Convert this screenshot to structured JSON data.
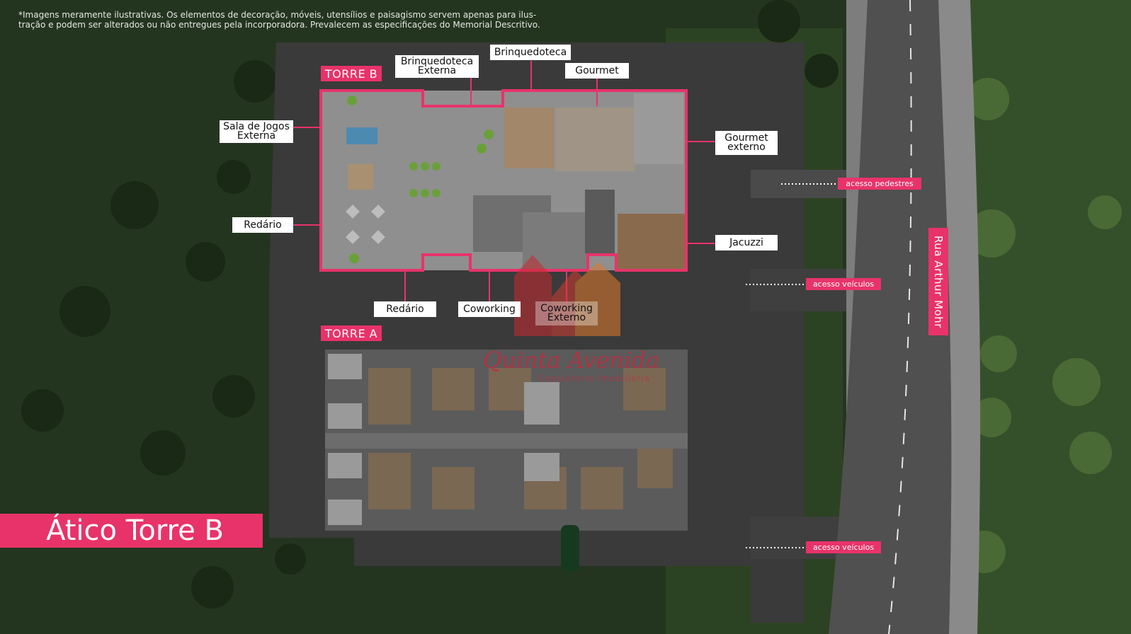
{
  "disclaimer": {
    "line1": "*Imagens meramente ilustrativas. Os elementos de decoração, móveis, utensílios e paisagismo servem apenas para ilus-",
    "line2": "tração e podem ser alterados ou não entregues pela incorporadora. Prevalecem as especificações do Memorial Descritivo."
  },
  "towers": {
    "torre_b": "TORRE B",
    "torre_a": "TORRE A"
  },
  "labels": {
    "brinquedoteca_externa_1": "Brinquedoteca",
    "brinquedoteca_externa_2": "Externa",
    "brinquedoteca": "Brinquedoteca",
    "gourmet": "Gourmet",
    "sala_jogos_1": "Sala de Jogos",
    "sala_jogos_2": "Externa",
    "gourmet_externo_1": "Gourmet",
    "gourmet_externo_2": "externo",
    "redario_left": "Redário",
    "jacuzzi": "Jacuzzi",
    "redario_bottom": "Redário",
    "coworking": "Coworking",
    "coworking_externo_1": "Coworking",
    "coworking_externo_2": "Externo"
  },
  "access": {
    "pedestres": "acesso pedestres",
    "veiculos_1": "acesso veículos",
    "veiculos_2": "acesso veículos"
  },
  "road_name": "Rua Arthur Mohr",
  "page_title": "Ático Torre B",
  "watermark": {
    "brand": "Quinta Avenida",
    "sub": "Consultoria Imobiliária"
  },
  "colors": {
    "accent": "#e8336a",
    "grass": "#2f4a26",
    "asphalt": "#3c3c3c",
    "floor": "#8d8d8d"
  }
}
